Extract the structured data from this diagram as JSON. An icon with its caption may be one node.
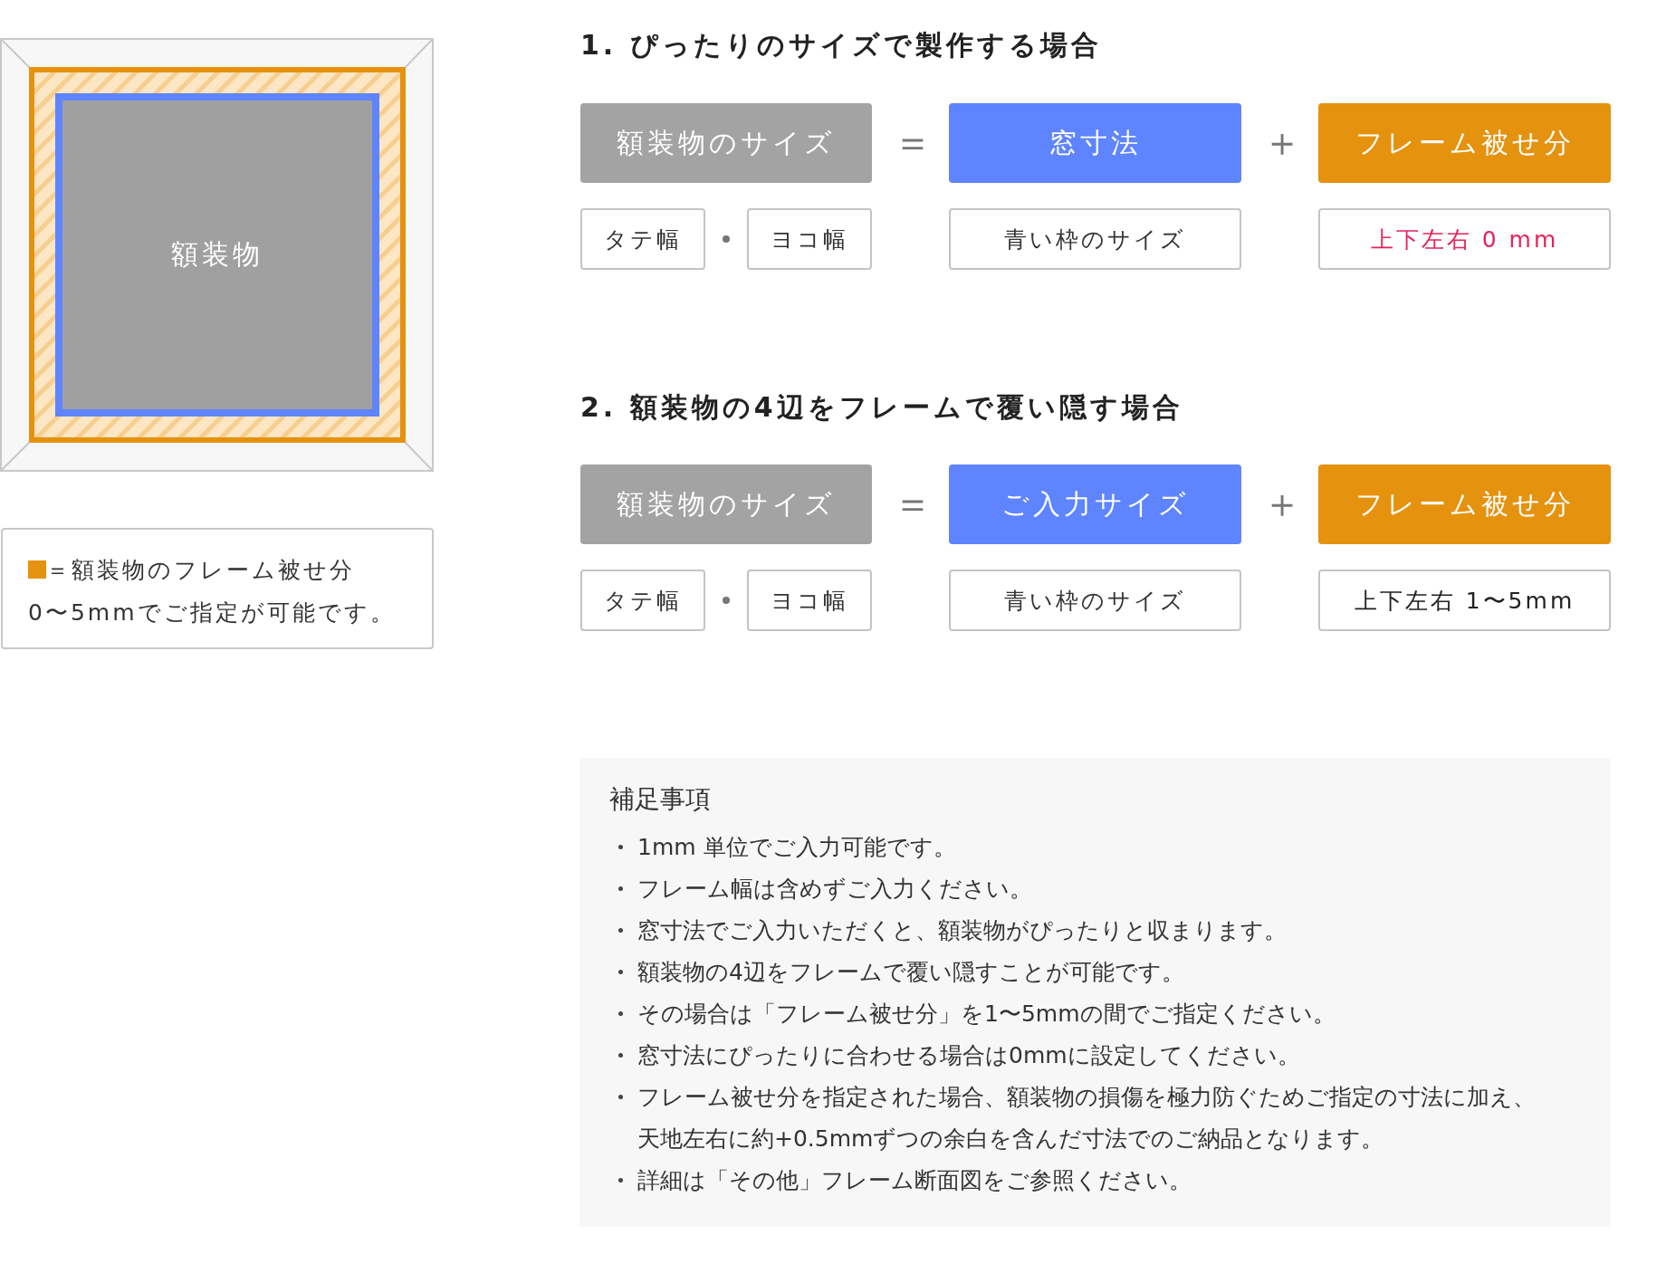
{
  "diagram": {
    "nodes": [
      {
        "text": [
          "額装物"
        ]
      },
      {
        "text": [
          "額装物のサイズ"
        ]
      },
      {
        "text": [
          "窓寸法"
        ]
      },
      {
        "text": [
          "フレーム被せ分"
        ]
      },
      {
        "text": [
          "タテ幅"
        ]
      },
      {
        "text": [
          "ヨコ幅"
        ]
      },
      {
        "text": [
          "青い枠のサイズ"
        ]
      },
      {
        "text": [
          "上下左右 0 mm"
        ]
      },
      {
        "text": [
          "額装物のサイズ"
        ]
      },
      {
        "text": [
          "ご入力サイズ"
        ]
      },
      {
        "text": [
          "フレーム被せ分"
        ]
      },
      {
        "text": [
          "タテ幅"
        ]
      },
      {
        "text": [
          "ヨコ幅"
        ]
      },
      {
        "text": [
          "青い枠のサイズ"
        ]
      },
      {
        "text": [
          "上下左右 1〜5mm"
        ]
      },
      {
        "text": [
          "補足事項",
          "1mm 単位でご入力可能です。",
          "フレーム幅は含めずご入力ください。",
          "窓寸法でご入力いただくと、額装物がぴったりと収まります。",
          "額装物の4辺をフレームで覆い隠すことが可能です。",
          "その場合は「フレーム被せ分」を1〜5mmの間でご指定ください。",
          "窓寸法にぴったりに合わせる場合は0mmに設定してください。",
          "フレーム被せ分を指定された場合、額装物の損傷を極力防ぐためご指定の寸法に加え、天地左右に約+0.5mmずつの余白を含んだ寸法でのご納品となります。",
          "詳細は「その他」フレーム断面図をご参照ください。"
        ]
      }
    ],
    "edges": [],
    "labels": [
      "1. ぴったりのサイズで製作する場合",
      "＝",
      "＋",
      "2. 額装物の4辺をフレームで覆い隠す場合",
      "＝",
      "＋",
      "0〜5mmでご指定が可能です。"
    ],
    "legend": [
      {
        "text": "＝額装物のフレーム被せ分",
        "color": "#e5920f"
      }
    ]
  }
}
